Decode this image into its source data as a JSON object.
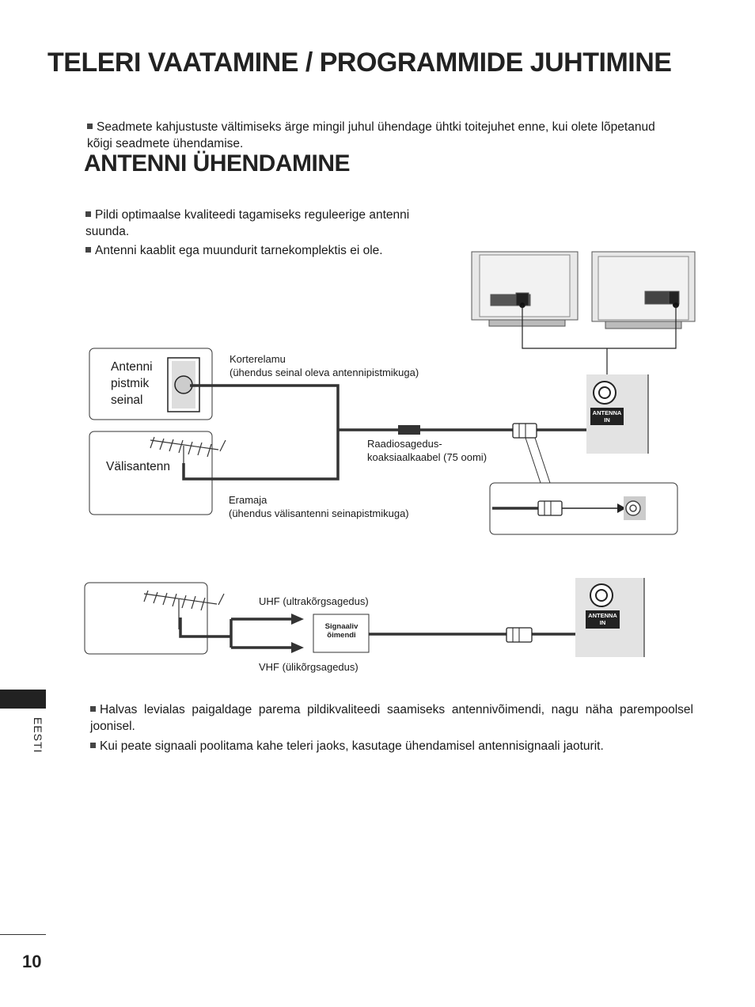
{
  "header": {
    "title": "TELERI VAATAMINE / PROGRAMMIDE JUHTIMINE"
  },
  "intro_note": "Seadmete kahjustuste vältimiseks ärge mingil juhul ühendage ühtki toitejuhet enne, kui olete lõpetanud kõigi seadmete ühendamise.",
  "section": {
    "title": "ANTENNI ÜHENDAMINE",
    "notes": [
      "Pildi optimaalse kvaliteedi tagamiseks reguleerige antenni suunda.",
      "Antenni kaablit ega muundurit tarnekomplektis ei ole."
    ]
  },
  "diagram1": {
    "wall_socket_label": "Antenni pistmik seinal",
    "outdoor_antenna_label": "Välisantenn",
    "apartment_caption": "Korterelamu\n(ühendus seinal oleva antennipistmikuga)",
    "house_caption": "Eramaja\n(ühendus välisantenni seinapistmikuga)",
    "cable_caption": "Raadiosagedus-\nkoaksiaalkaabel (75 oomi)",
    "port_label": "ANTENNA IN"
  },
  "diagram2": {
    "uhf_label": "UHF (ultrakõrgsagedus)",
    "vhf_label": "VHF (ülikõrgsagedus)",
    "amplifier_label": "Signaaliv õimendi",
    "port_label": "ANTENNA IN"
  },
  "bottom_notes": [
    "Halvas levialas paigaldage parema pildikvaliteedi saamiseks antennivõimendi, nagu näha parempoolsel joonisel.",
    "Kui peate signaali poolitama kahe teleri jaoks, kasutage ühendamisel antennisignaali jaoturit."
  ],
  "side_tab": {
    "language": "EESTI"
  },
  "footer": {
    "page_number": "10"
  }
}
